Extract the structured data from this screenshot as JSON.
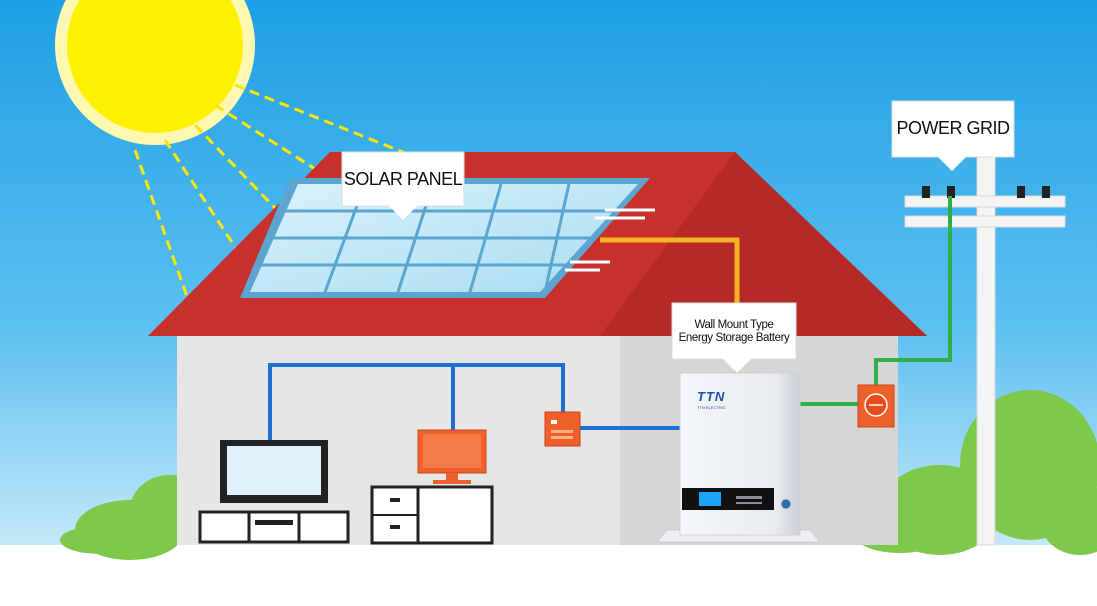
{
  "labels": {
    "solar_panel": "SOLAR PANEL",
    "power_grid": "POWER GRID",
    "battery_line1": "Wall Mount Type",
    "battery_line2": "Energy Storage Battery"
  },
  "battery_brand": {
    "logo": "TTN",
    "tagline": "TTN ELECTRIC"
  },
  "colors": {
    "sky_top": "#1ea0e6",
    "sky_bottom": "#bfe6f8",
    "sun": "#fff200",
    "sun_halo": "#fff7a6",
    "roof": "#c8312c",
    "wall": "#e6e6e6",
    "wall_shadow": "#cfcfcf",
    "solar_wire": "#f5b324",
    "house_wire": "#1f6fd6",
    "grid_wire": "#2fae4a",
    "meter": "#f0602a",
    "bush": "#7ec84a"
  }
}
